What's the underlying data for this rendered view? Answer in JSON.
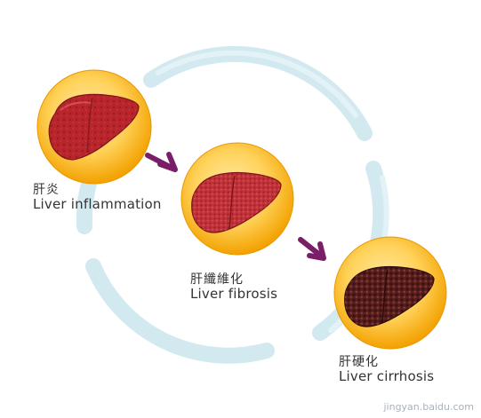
{
  "stages": [
    {
      "zh": "肝炎",
      "en": "Liver inflammation",
      "liver_color": "#b8252b",
      "icon": "inflamed-liver-icon"
    },
    {
      "zh": "肝纖維化",
      "en": "Liver fibrosis",
      "liver_color": "#c2323a",
      "icon": "fibrotic-liver-icon"
    },
    {
      "zh": "肝硬化",
      "en": "Liver cirrhosis",
      "liver_color": "#5a1f1d",
      "icon": "cirrhotic-liver-icon"
    }
  ],
  "colors": {
    "cycle_ring": "#cfe7ef",
    "medallion_outer": "#f5a400",
    "medallion_inner": "#ffd978",
    "arrow": "#7a1e68"
  },
  "watermark": "jingyan.baidu.com"
}
